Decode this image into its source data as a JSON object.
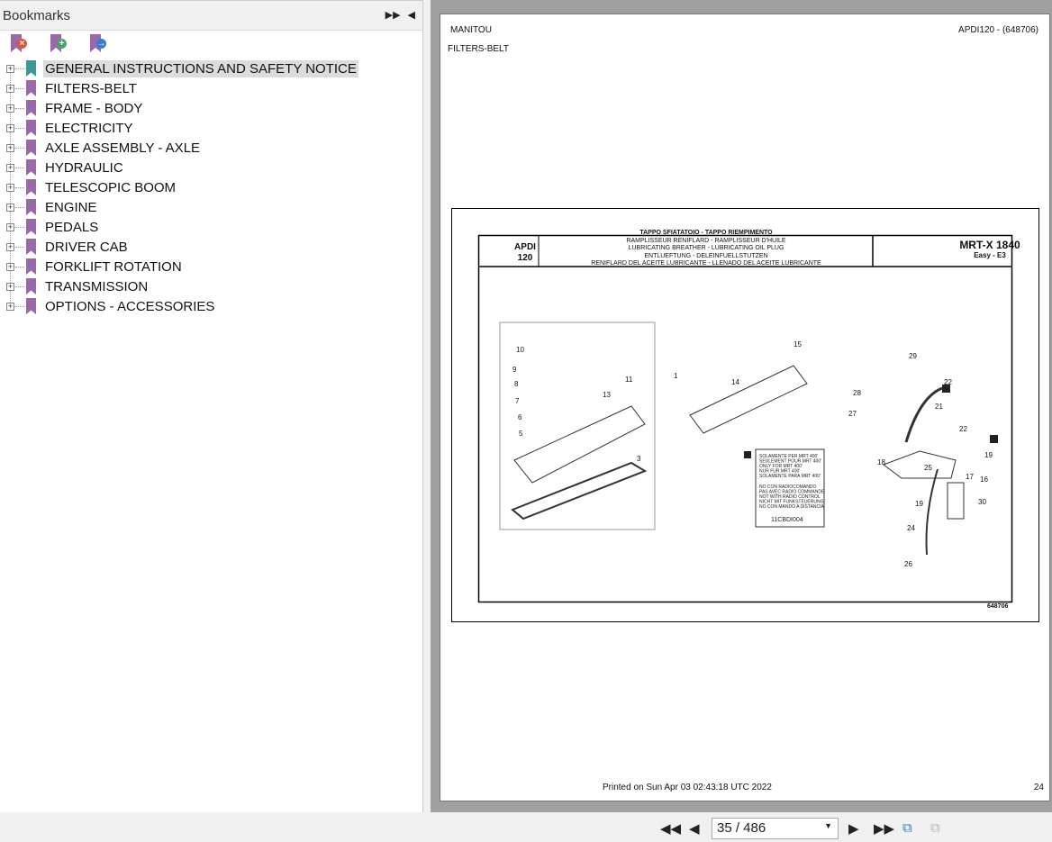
{
  "bookmarks": {
    "title": "Bookmarks",
    "toolbar": [
      {
        "icon": "delete-bookmark-icon",
        "color": "#e0523a",
        "glyph": "×"
      },
      {
        "icon": "add-bookmark-icon",
        "color": "#4aa36a",
        "glyph": "+"
      },
      {
        "icon": "goto-bookmark-icon",
        "color": "#3a7ad0",
        "glyph": "→"
      }
    ],
    "items": [
      {
        "label": "GENERAL INSTRUCTIONS AND SAFETY NOTICE",
        "selected": true
      },
      {
        "label": "FILTERS-BELT"
      },
      {
        "label": "FRAME - BODY"
      },
      {
        "label": "ELECTRICITY"
      },
      {
        "label": "AXLE ASSEMBLY - AXLE"
      },
      {
        "label": "HYDRAULIC"
      },
      {
        "label": "TELESCOPIC BOOM"
      },
      {
        "label": "ENGINE"
      },
      {
        "label": "PEDALS"
      },
      {
        "label": "DRIVER CAB"
      },
      {
        "label": "FORKLIFT ROTATION"
      },
      {
        "label": "TRANSMISSION"
      },
      {
        "label": "OPTIONS - ACCESSORIES"
      }
    ]
  },
  "page": {
    "brand": "MANITOU",
    "ref": "APDI120 - (648706)",
    "section": "FILTERS-BELT",
    "sheet": {
      "code_line1": "APDI",
      "code_line2": "120",
      "title_it": "TAPPO SFIATATOIO - TAPPO RIEMPIMENTO",
      "title_fr": "RAMPLISSEUR RENIFLARD - RAMPLISSEUR D'HUILE",
      "title_en": "LUBRICATING BREATHER - LUBRICATING OIL PLUG",
      "title_de": "ENTLUEFTUNG - DELEINFUELLSTUTZEN",
      "title_es": "RENIFLARD DEL ACEITE LUBRICANTE - LLENADO DEL ACEITE LUBRICANTE",
      "model": "MRT-X 1840",
      "variant": "Easy - E3",
      "drawing_no": "648706",
      "note_only": [
        "SOLAMENTE PER MRT 400'",
        "SEULEMENT POUR MRT 400'",
        "ONLY FOR MRT 400'",
        "NUR FUR MRT 400'",
        "SOLAMENTE PARA MRT 400'"
      ],
      "note_radio": [
        "NO CON RADIOCOMANDO",
        "PAS AVEC RADIO COMMANDE",
        "NOT WITH RADIO CONTROL",
        "NICHT MIT FUNKSTEUERUNG",
        "NO CON MANDO A DISTANCIA"
      ],
      "note_ref": "11CBDI004",
      "callouts": [
        "10",
        "9",
        "8",
        "7",
        "6",
        "5",
        "11",
        "13",
        "1",
        "3",
        "14",
        "15",
        "29",
        "22",
        "28",
        "27",
        "21",
        "22",
        "19",
        "18",
        "25",
        "17",
        "16",
        "19",
        "30",
        "24",
        "26"
      ]
    },
    "printed": "Printed on  Sun Apr 03 02:43:18 UTC 2022",
    "page_number": "24"
  },
  "navigation": {
    "current_page": "35 / 486"
  }
}
